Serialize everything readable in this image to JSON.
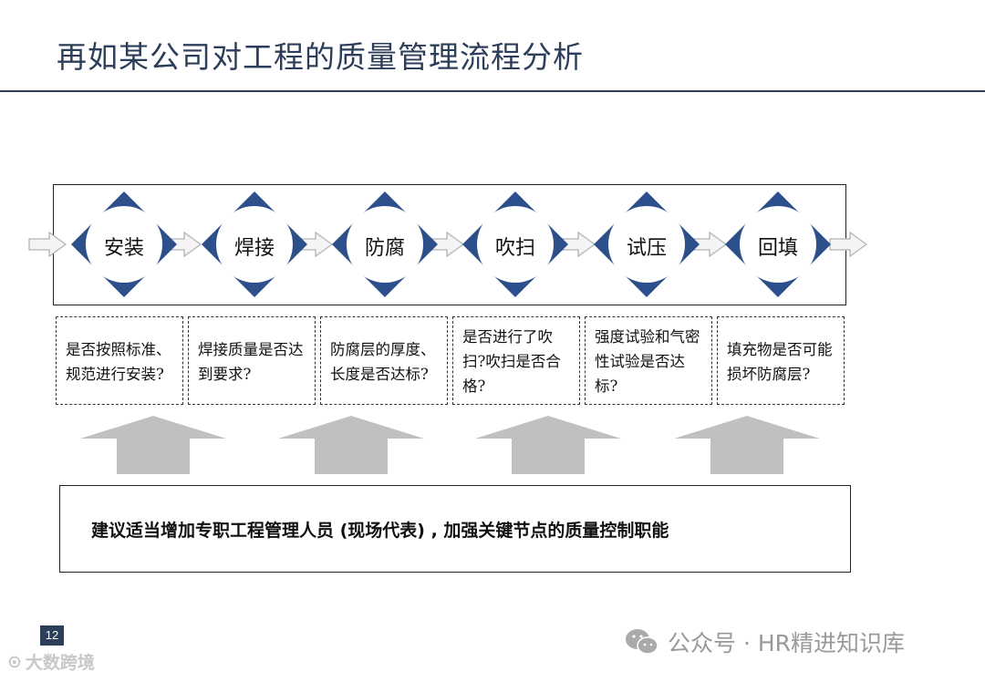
{
  "title": "再如某公司对工程的质量管理流程分析",
  "steps": [
    {
      "label": "安装",
      "question": "是否按照标准、规范进行安装?"
    },
    {
      "label": "焊接",
      "question": "焊接质量是否达到要求?"
    },
    {
      "label": "防腐",
      "question": "防腐层的厚度、长度是否达标?"
    },
    {
      "label": "吹扫",
      "question": "是否进行了吹扫?吹扫是否合格?"
    },
    {
      "label": "试压",
      "question": "强度试验和气密性试验是否达标?"
    },
    {
      "label": "回填",
      "question": "填充物是否可能损坏防腐层?"
    }
  ],
  "recommendation": "建议适当增加专职工程管理人员 (现场代表) , 加强关键节点的质量控制职能",
  "page_number": "12",
  "watermark_left": "大数跨境",
  "watermark_right": "公众号 · HR精进知识库",
  "colors": {
    "title": "#2c3e5a",
    "diamond": "#2d4f8c",
    "arrow_gray": "#c0c0c0"
  }
}
